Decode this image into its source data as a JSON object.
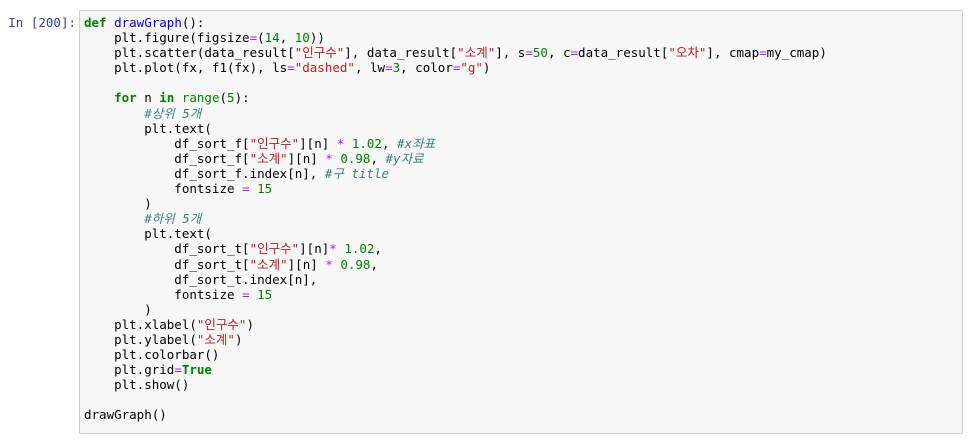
{
  "prompt": "In [200]:",
  "code_lines": [
    [
      {
        "t": "def",
        "c": "kw"
      },
      {
        "t": " "
      },
      {
        "t": "drawGraph",
        "c": "fn"
      },
      {
        "t": "():"
      }
    ],
    [
      {
        "t": "    plt.figure(figsize"
      },
      {
        "t": "=",
        "c": "op"
      },
      {
        "t": "("
      },
      {
        "t": "14",
        "c": "num"
      },
      {
        "t": ", "
      },
      {
        "t": "10",
        "c": "num"
      },
      {
        "t": "))"
      }
    ],
    [
      {
        "t": "    plt.scatter(data_result["
      },
      {
        "t": "\"인구수\"",
        "c": "str"
      },
      {
        "t": "], data_result["
      },
      {
        "t": "\"소계\"",
        "c": "str"
      },
      {
        "t": "], s"
      },
      {
        "t": "=",
        "c": "op"
      },
      {
        "t": "50",
        "c": "num"
      },
      {
        "t": ", c"
      },
      {
        "t": "=",
        "c": "op"
      },
      {
        "t": "data_result["
      },
      {
        "t": "\"오차\"",
        "c": "str"
      },
      {
        "t": "], cmap"
      },
      {
        "t": "=",
        "c": "op"
      },
      {
        "t": "my_cmap)"
      }
    ],
    [
      {
        "t": "    plt.plot(fx, f1(fx), ls"
      },
      {
        "t": "=",
        "c": "op"
      },
      {
        "t": "\"dashed\"",
        "c": "str"
      },
      {
        "t": ", lw"
      },
      {
        "t": "=",
        "c": "op"
      },
      {
        "t": "3",
        "c": "num"
      },
      {
        "t": ", color"
      },
      {
        "t": "=",
        "c": "op"
      },
      {
        "t": "\"g\"",
        "c": "str"
      },
      {
        "t": ")"
      }
    ],
    [],
    [
      {
        "t": "    "
      },
      {
        "t": "for",
        "c": "kw"
      },
      {
        "t": " n "
      },
      {
        "t": "in",
        "c": "kw"
      },
      {
        "t": " "
      },
      {
        "t": "range",
        "c": "bi"
      },
      {
        "t": "("
      },
      {
        "t": "5",
        "c": "num"
      },
      {
        "t": "):"
      }
    ],
    [
      {
        "t": "        "
      },
      {
        "t": "#상위 5개",
        "c": "cm"
      }
    ],
    [
      {
        "t": "        plt.text("
      }
    ],
    [
      {
        "t": "            df_sort_f["
      },
      {
        "t": "\"인구수\"",
        "c": "str"
      },
      {
        "t": "][n] "
      },
      {
        "t": "*",
        "c": "op"
      },
      {
        "t": " "
      },
      {
        "t": "1.02",
        "c": "num"
      },
      {
        "t": ", "
      },
      {
        "t": "#x좌표",
        "c": "cm"
      }
    ],
    [
      {
        "t": "            df_sort_f["
      },
      {
        "t": "\"소계\"",
        "c": "str"
      },
      {
        "t": "][n] "
      },
      {
        "t": "*",
        "c": "op"
      },
      {
        "t": " "
      },
      {
        "t": "0.98",
        "c": "num"
      },
      {
        "t": ", "
      },
      {
        "t": "#y자료",
        "c": "cm"
      }
    ],
    [
      {
        "t": "            df_sort_f.index[n], "
      },
      {
        "t": "#구 title",
        "c": "cm"
      }
    ],
    [
      {
        "t": "            fontsize "
      },
      {
        "t": "=",
        "c": "op"
      },
      {
        "t": " "
      },
      {
        "t": "15",
        "c": "num"
      }
    ],
    [
      {
        "t": "        )"
      }
    ],
    [
      {
        "t": "        "
      },
      {
        "t": "#하위 5개",
        "c": "cm"
      }
    ],
    [
      {
        "t": "        plt.text("
      }
    ],
    [
      {
        "t": "            df_sort_t["
      },
      {
        "t": "\"인구수\"",
        "c": "str"
      },
      {
        "t": "][n]"
      },
      {
        "t": "*",
        "c": "op"
      },
      {
        "t": " "
      },
      {
        "t": "1.02",
        "c": "num"
      },
      {
        "t": ","
      }
    ],
    [
      {
        "t": "            df_sort_t["
      },
      {
        "t": "\"소계\"",
        "c": "str"
      },
      {
        "t": "][n] "
      },
      {
        "t": "*",
        "c": "op"
      },
      {
        "t": " "
      },
      {
        "t": "0.98",
        "c": "num"
      },
      {
        "t": ","
      }
    ],
    [
      {
        "t": "            df_sort_t.index[n],"
      }
    ],
    [
      {
        "t": "            fontsize "
      },
      {
        "t": "=",
        "c": "op"
      },
      {
        "t": " "
      },
      {
        "t": "15",
        "c": "num"
      }
    ],
    [
      {
        "t": "        )"
      }
    ],
    [
      {
        "t": "    plt.xlabel("
      },
      {
        "t": "\"인구수\"",
        "c": "str"
      },
      {
        "t": ")"
      }
    ],
    [
      {
        "t": "    plt.ylabel("
      },
      {
        "t": "\"소계\"",
        "c": "str"
      },
      {
        "t": ")"
      }
    ],
    [
      {
        "t": "    plt.colorbar()"
      }
    ],
    [
      {
        "t": "    plt.grid"
      },
      {
        "t": "=",
        "c": "op"
      },
      {
        "t": "True",
        "c": "kw"
      }
    ],
    [
      {
        "t": "    plt.show()"
      }
    ],
    [],
    [
      {
        "t": "drawGraph()"
      }
    ]
  ]
}
